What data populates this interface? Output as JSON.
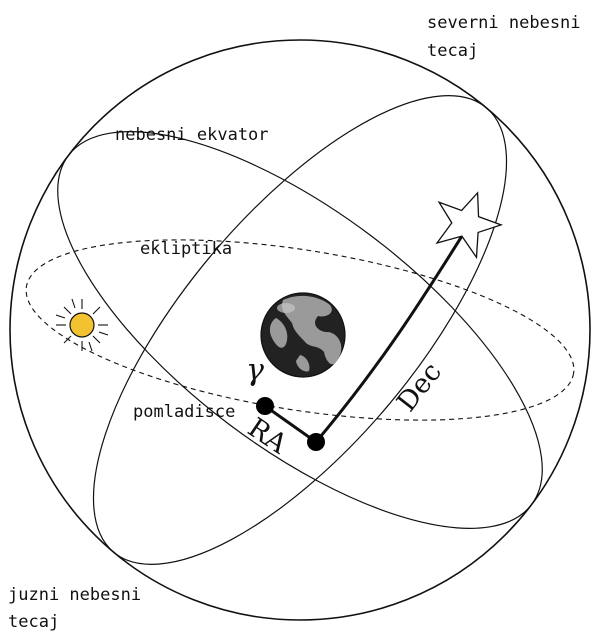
{
  "labels": {
    "north_pole_line1": "severni nebesni",
    "north_pole_line2": "tecaj",
    "south_pole_line1": "juzni nebesni",
    "south_pole_line2": "tecaj",
    "celestial_equator": "nebesni ekvator",
    "ecliptic": "ekliptika",
    "vernal_equinox": "pomladisce",
    "gamma_symbol": "γ",
    "right_ascension": "RA",
    "declination": "Dec"
  },
  "colors": {
    "line": "#111111",
    "sun_fill": "#f2c230",
    "earth_ocean": "#222222",
    "earth_land": "#9a9a9a",
    "star_fill": "#ffffff"
  },
  "icons": {
    "sun": "sun-icon",
    "earth": "earth-icon",
    "star": "star-icon"
  }
}
